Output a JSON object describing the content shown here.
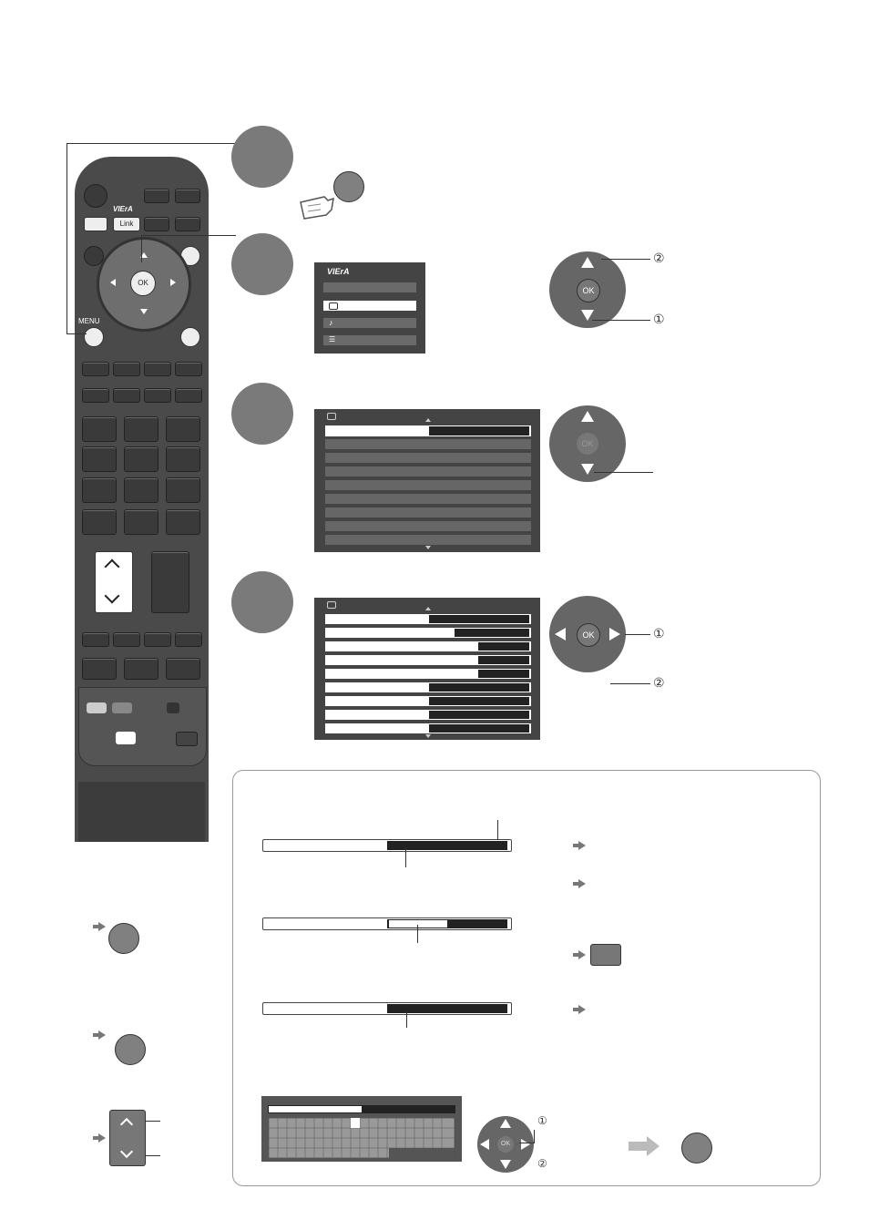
{
  "remote": {
    "viera_logo": "VIErA",
    "link_label": "Link",
    "ok_label": "OK",
    "menu_label": "MENU"
  },
  "main_menu": {
    "logo": "VIErA"
  },
  "callouts": {
    "c1": "①",
    "c2": "②"
  },
  "pad": {
    "ok_label": "OK"
  },
  "setting_bars": [
    {
      "fill_start": 0.5,
      "fill_end": 1.0
    },
    {
      "fill_start": 0.5,
      "fill_end": 1.0
    },
    {
      "fill_start": 0.5,
      "fill_end": 1.0
    }
  ]
}
